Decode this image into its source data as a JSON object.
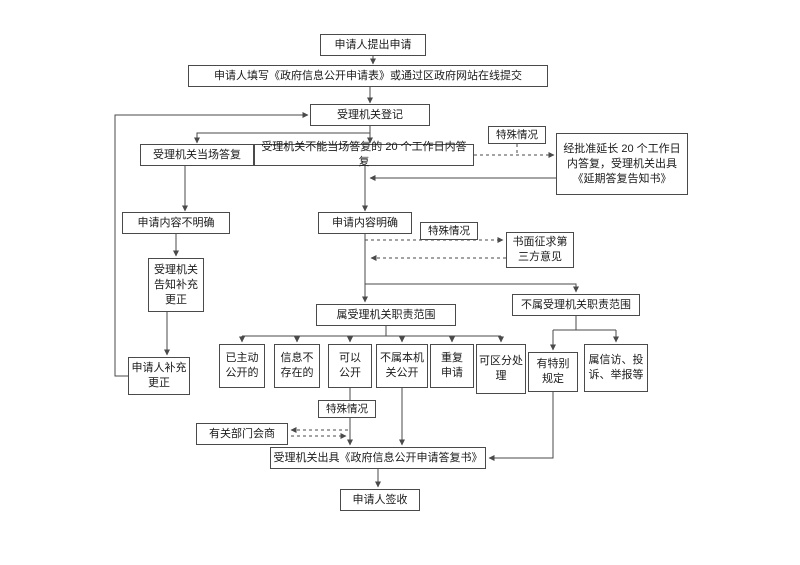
{
  "diagram": {
    "type": "flowchart",
    "language": "zh-CN",
    "line_color": "#4a4a4a",
    "background_color": "#ffffff",
    "nodes": {
      "apply": {
        "label": "申请人提出申请"
      },
      "fill_form": {
        "label": "申请人填写《政府信息公开申请表》或通过区政府网站在线提交"
      },
      "register": {
        "label": "受理机关登记"
      },
      "onspot_reply": {
        "label": "受理机关当场答复"
      },
      "not_onspot_reply": {
        "label": "受理机关不能当场答复的 20 个工作日内答复"
      },
      "special_case_1": {
        "label": "特殊情况"
      },
      "extend_reply": {
        "label": "经批准延长 20 个工作日\n内答复，受理机关出具\n《延期答复告知书》"
      },
      "content_unclear": {
        "label": "申请内容不明确"
      },
      "content_clear": {
        "label": "申请内容明确"
      },
      "special_case_2": {
        "label": "特殊情况"
      },
      "third_party": {
        "label": "书面征求第\n三方意见"
      },
      "notify_supplement": {
        "label": "受理机关\n告知补充\n更正"
      },
      "in_scope": {
        "label": "属受理机关职责范围"
      },
      "out_scope": {
        "label": "不属受理机关职责范围"
      },
      "applicant_supplement": {
        "label": "申请人补充\n更正"
      },
      "already_public": {
        "label": "已主动\n公开的"
      },
      "not_exist": {
        "label": "信息不\n存在的"
      },
      "can_disclose": {
        "label": "可以\n公开"
      },
      "not_this_organ": {
        "label": "不属本机\n关公开"
      },
      "repeat_apply": {
        "label": "重复\n申请"
      },
      "differentiated": {
        "label": "可区分处\n理"
      },
      "special_rules": {
        "label": "有特别\n规定"
      },
      "petition": {
        "label": "属信访、投\n诉、举报等"
      },
      "special_case_3": {
        "label": "特殊情况"
      },
      "dept_consult": {
        "label": "有关部门会商"
      },
      "issue_reply": {
        "label": "受理机关出具《政府信息公开申请答复书》"
      },
      "sign_receipt": {
        "label": "申请人签收"
      }
    },
    "edges": [
      {
        "from": "apply",
        "to": "fill_form",
        "style": "solid"
      },
      {
        "from": "fill_form",
        "to": "register",
        "style": "solid"
      },
      {
        "from": "register",
        "to": "onspot_reply",
        "style": "solid"
      },
      {
        "from": "register",
        "to": "not_onspot_reply",
        "style": "solid"
      },
      {
        "from": "not_onspot_reply",
        "to": "extend_reply",
        "style": "dashed",
        "via": "special_case_1"
      },
      {
        "from": "extend_reply",
        "to": "content_clear",
        "style": "solid"
      },
      {
        "from": "onspot_reply",
        "to": "content_unclear",
        "style": "solid"
      },
      {
        "from": "not_onspot_reply",
        "to": "content_clear",
        "style": "solid"
      },
      {
        "from": "content_clear",
        "to": "third_party",
        "style": "dashed",
        "via": "special_case_2"
      },
      {
        "from": "third_party",
        "to": "content_clear",
        "style": "dashed"
      },
      {
        "from": "content_unclear",
        "to": "notify_supplement",
        "style": "solid"
      },
      {
        "from": "notify_supplement",
        "to": "applicant_supplement",
        "style": "solid"
      },
      {
        "from": "applicant_supplement",
        "to": "register",
        "style": "solid"
      },
      {
        "from": "content_clear",
        "to": "in_scope",
        "style": "solid"
      },
      {
        "from": "content_clear",
        "to": "out_scope",
        "style": "solid"
      },
      {
        "from": "in_scope",
        "to": "already_public",
        "style": "solid"
      },
      {
        "from": "in_scope",
        "to": "not_exist",
        "style": "solid"
      },
      {
        "from": "in_scope",
        "to": "can_disclose",
        "style": "solid"
      },
      {
        "from": "in_scope",
        "to": "not_this_organ",
        "style": "solid"
      },
      {
        "from": "in_scope",
        "to": "repeat_apply",
        "style": "solid"
      },
      {
        "from": "in_scope",
        "to": "differentiated",
        "style": "solid"
      },
      {
        "from": "out_scope",
        "to": "special_rules",
        "style": "solid"
      },
      {
        "from": "out_scope",
        "to": "petition",
        "style": "solid"
      },
      {
        "from": "can_disclose",
        "to": "issue_reply",
        "style": "solid",
        "via": "special_case_3"
      },
      {
        "from": "not_this_organ",
        "to": "issue_reply",
        "style": "solid"
      },
      {
        "from": "special_case_3",
        "to": "dept_consult",
        "style": "dashed"
      },
      {
        "from": "dept_consult",
        "to": "issue_reply",
        "style": "dashed"
      },
      {
        "from": "special_rules",
        "to": "issue_reply",
        "style": "solid"
      },
      {
        "from": "issue_reply",
        "to": "sign_receipt",
        "style": "solid"
      }
    ]
  }
}
